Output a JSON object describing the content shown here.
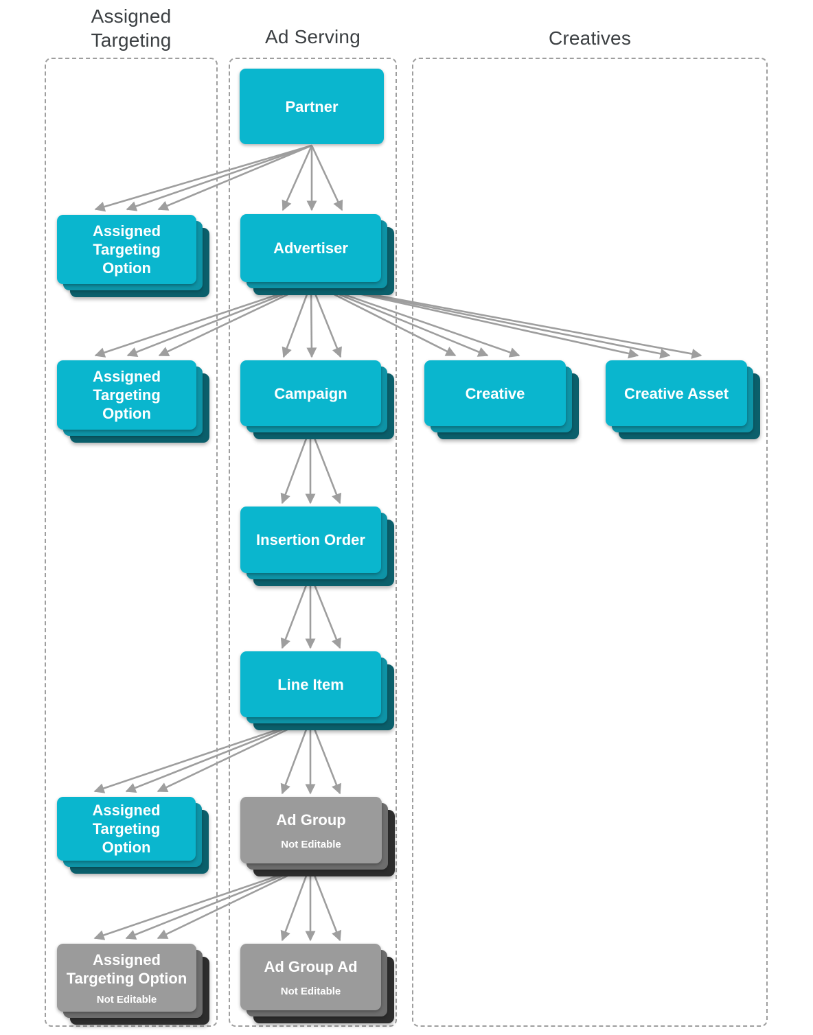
{
  "diagram": {
    "description": "Entity relationship hierarchy with three grouped sections",
    "colors": {
      "node_editable": "#0ab6ce",
      "node_editable_mid": "#0e93a6",
      "node_editable_back": "#0b5f6b",
      "node_not_editable": "#9b9b9b",
      "node_not_editable_mid": "#6d6d6d",
      "node_not_editable_back": "#2d2d2d",
      "arrow": "#9e9e9e",
      "border": "#9e9e9e",
      "header_text": "#3c4043",
      "node_text": "#ffffff"
    },
    "columns": [
      {
        "id": "assigned_targeting",
        "title": "Assigned\nTargeting"
      },
      {
        "id": "ad_serving",
        "title": "Ad Serving"
      },
      {
        "id": "creatives",
        "title": "Creatives"
      }
    ],
    "nodes": {
      "partner": {
        "label": "Partner",
        "editable": true,
        "stacked": false,
        "column": "ad_serving"
      },
      "ato_partner": {
        "label": "Assigned\nTargeting\nOption",
        "editable": true,
        "stacked": true,
        "column": "assigned_targeting"
      },
      "advertiser": {
        "label": "Advertiser",
        "editable": true,
        "stacked": true,
        "column": "ad_serving"
      },
      "ato_advertiser": {
        "label": "Assigned\nTargeting\nOption",
        "editable": true,
        "stacked": true,
        "column": "assigned_targeting"
      },
      "campaign": {
        "label": "Campaign",
        "editable": true,
        "stacked": true,
        "column": "ad_serving"
      },
      "creative": {
        "label": "Creative",
        "editable": true,
        "stacked": true,
        "column": "creatives"
      },
      "creative_asset": {
        "label": "Creative Asset",
        "editable": true,
        "stacked": true,
        "column": "creatives"
      },
      "insertion_order": {
        "label": "Insertion Order",
        "editable": true,
        "stacked": true,
        "column": "ad_serving"
      },
      "line_item": {
        "label": "Line Item",
        "editable": true,
        "stacked": true,
        "column": "ad_serving"
      },
      "ato_line_item": {
        "label": "Assigned\nTargeting\nOption",
        "editable": true,
        "stacked": true,
        "column": "assigned_targeting"
      },
      "ad_group": {
        "label": "Ad Group",
        "sublabel": "Not Editable",
        "editable": false,
        "stacked": true,
        "column": "ad_serving"
      },
      "ato_ad_group": {
        "label": "Assigned\nTargeting Option",
        "sublabel": "Not Editable",
        "editable": false,
        "stacked": true,
        "column": "assigned_targeting"
      },
      "ad_group_ad": {
        "label": "Ad Group Ad",
        "sublabel": "Not Editable",
        "editable": false,
        "stacked": true,
        "column": "ad_serving"
      }
    },
    "edges": [
      {
        "from": "partner",
        "to": "advertiser"
      },
      {
        "from": "partner",
        "to": "ato_partner"
      },
      {
        "from": "advertiser",
        "to": "ato_advertiser"
      },
      {
        "from": "advertiser",
        "to": "campaign"
      },
      {
        "from": "advertiser",
        "to": "creative"
      },
      {
        "from": "advertiser",
        "to": "creative_asset"
      },
      {
        "from": "campaign",
        "to": "insertion_order"
      },
      {
        "from": "insertion_order",
        "to": "line_item"
      },
      {
        "from": "line_item",
        "to": "ato_line_item"
      },
      {
        "from": "line_item",
        "to": "ad_group"
      },
      {
        "from": "ad_group",
        "to": "ato_ad_group"
      },
      {
        "from": "ad_group",
        "to": "ad_group_ad"
      }
    ]
  }
}
